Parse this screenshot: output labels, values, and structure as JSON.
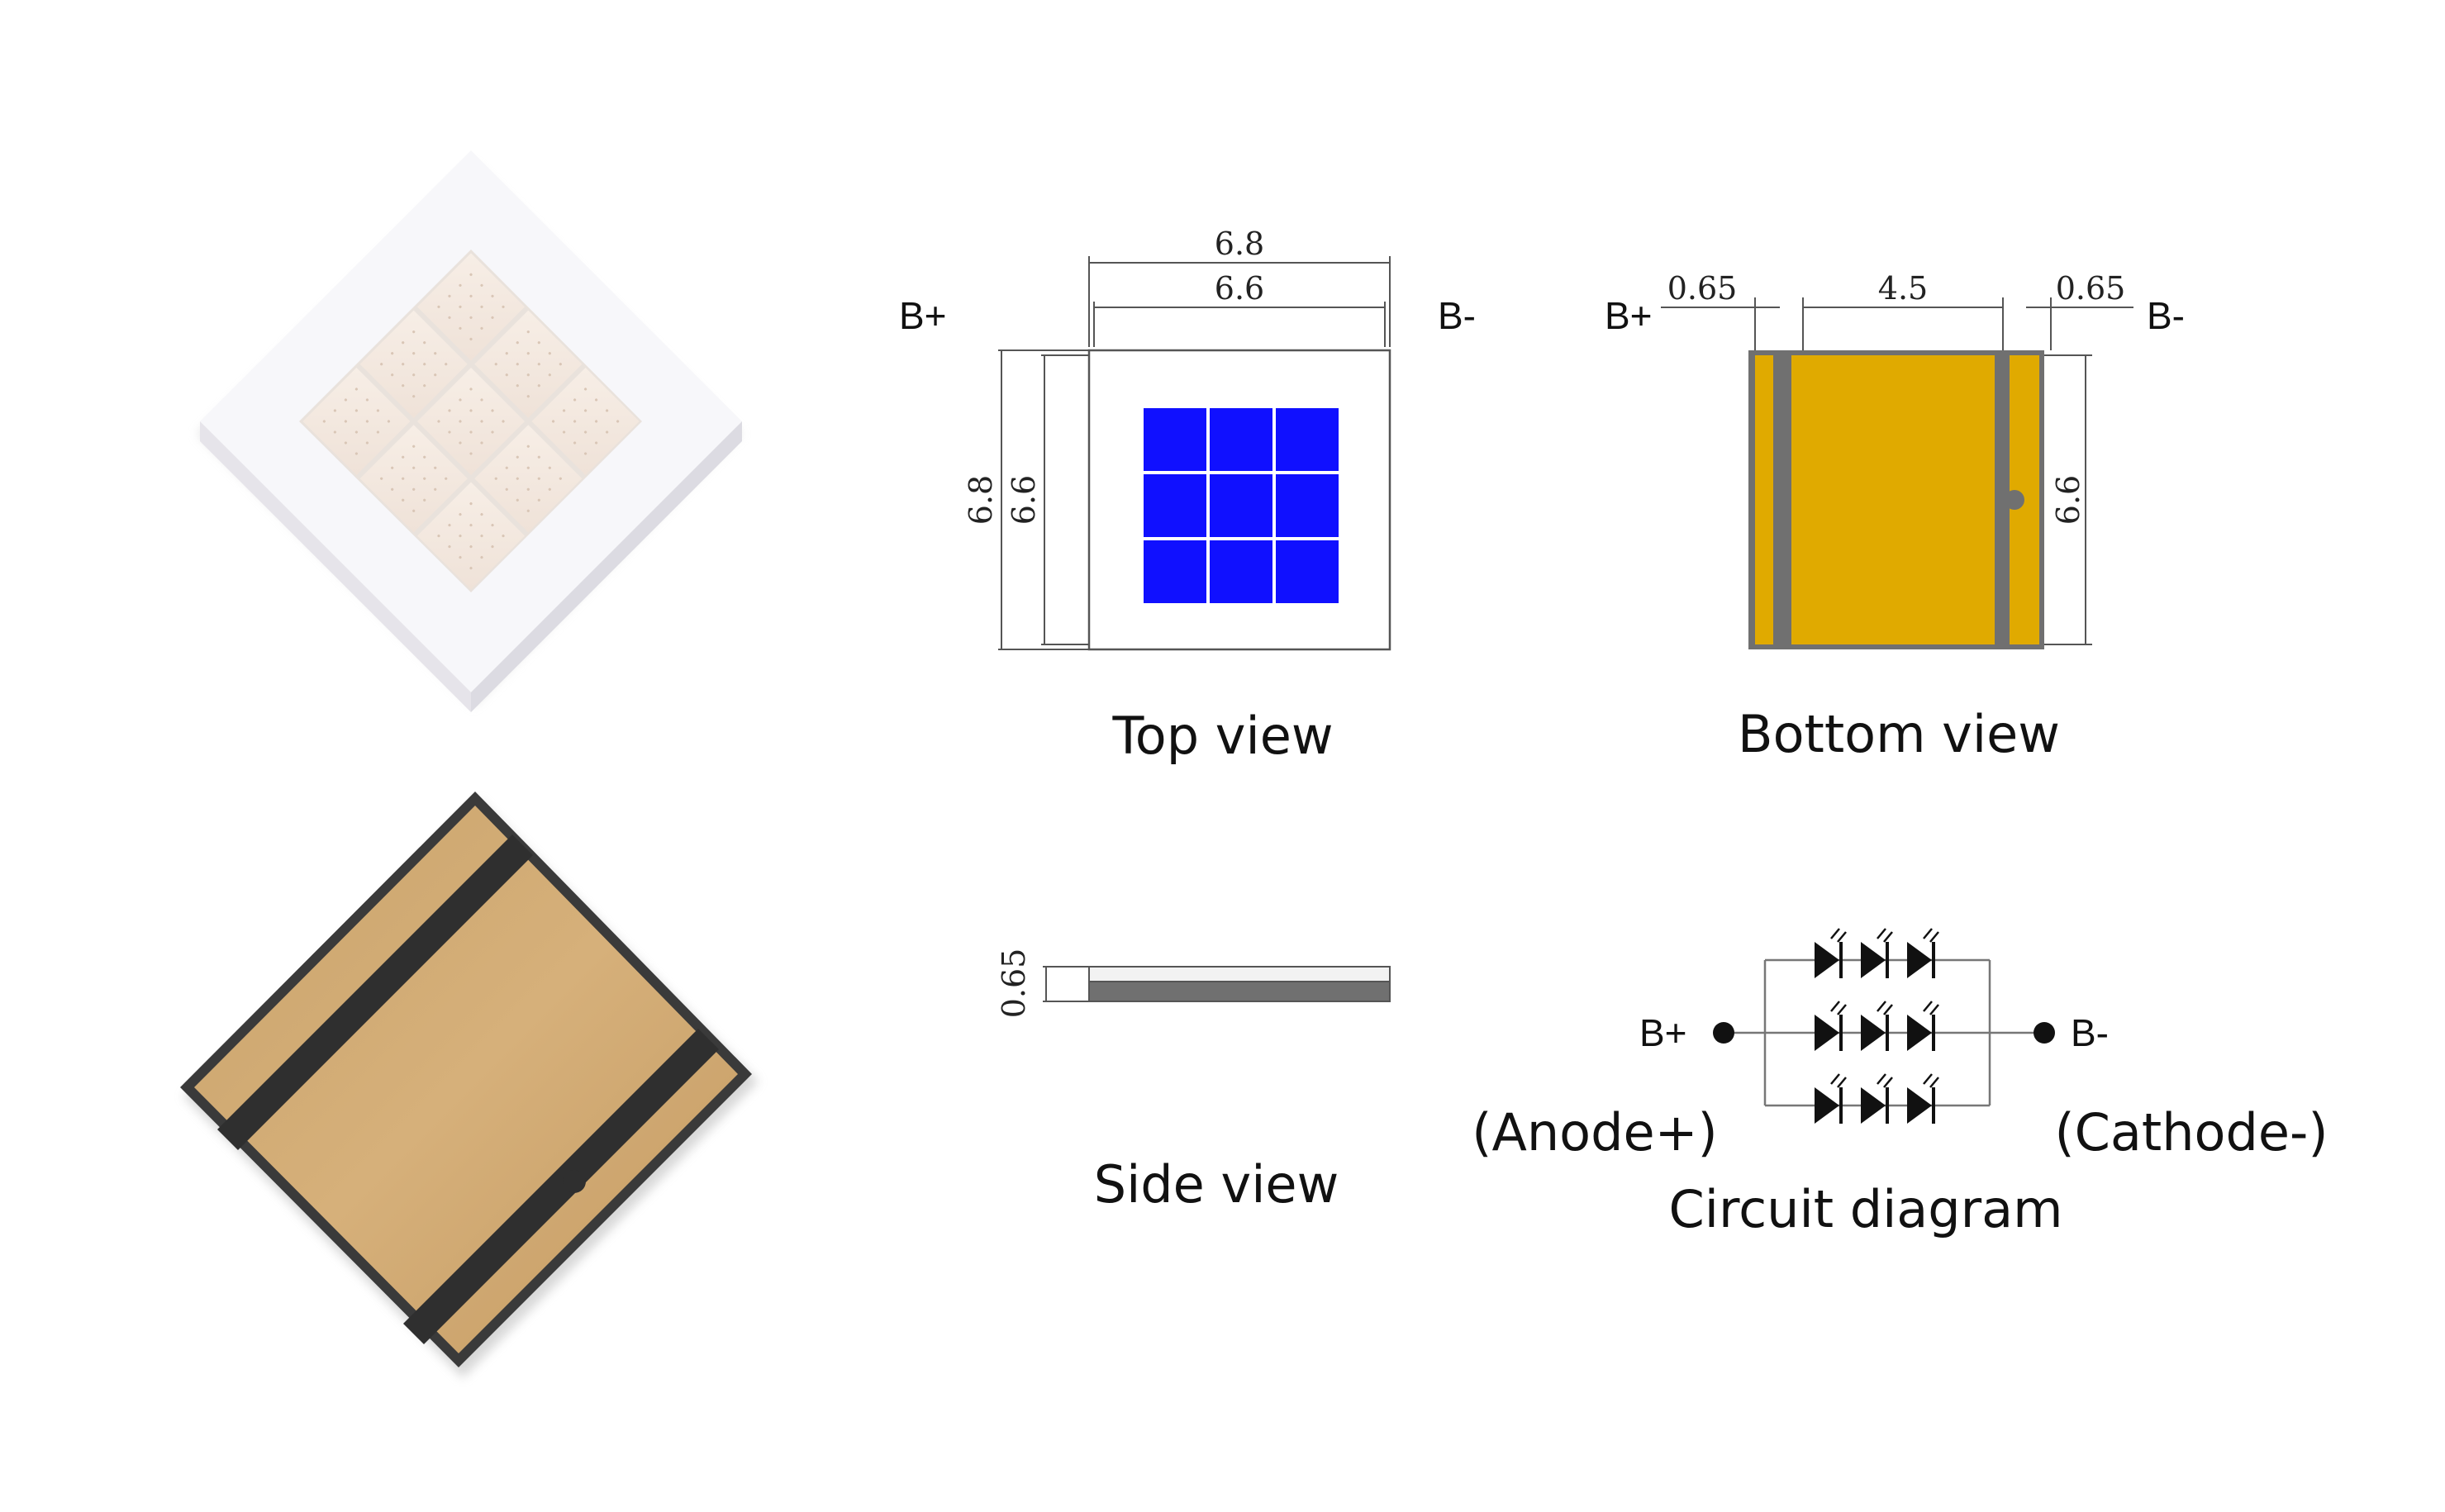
{
  "top_view": {
    "caption": "Top view",
    "dim_outer_w": "6.8",
    "dim_inner_w": "6.6",
    "dim_outer_h": "6.8",
    "dim_inner_h": "6.6",
    "pin_left": "B+",
    "pin_right": "B-",
    "chip_color": "#1010ff"
  },
  "bottom_view": {
    "caption": "Bottom view",
    "dim_left": "0.65",
    "dim_middle": "4.5",
    "dim_right": "0.65",
    "dim_h": "6.6",
    "pin_left": "B+",
    "pin_right": "B-",
    "pad_color": "#e0aa00",
    "gap_color": "#707070"
  },
  "side_view": {
    "caption": "Side view",
    "dim_thickness": "0.65"
  },
  "circuit": {
    "caption": "Circuit diagram",
    "pin_left": "B+",
    "pin_right": "B-",
    "anode_label": "(Anode+)",
    "cathode_label": "(Cathode-)"
  }
}
